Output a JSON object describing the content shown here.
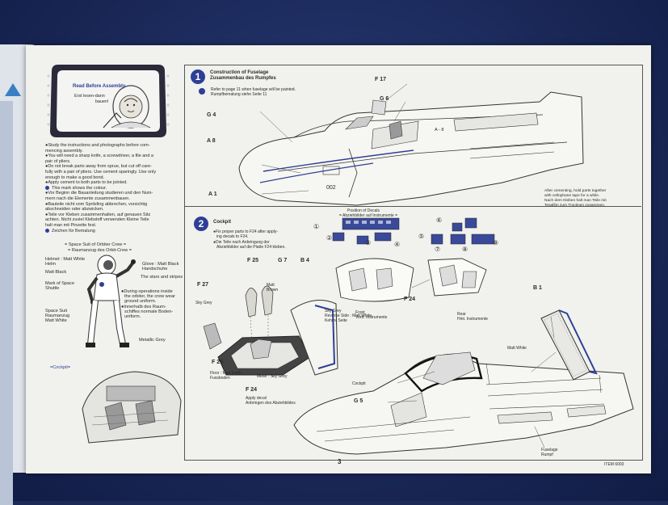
{
  "read_before": {
    "line1": "Read Before Assembly.",
    "line2": "Erst lesen-dann",
    "line3": "bauen!"
  },
  "instructions": [
    "●Study the instructions and photographs before com-",
    "mencing assembly.",
    "●You will need a sharp knife, a screwdriver, a file and a",
    "pair of pliers.",
    "●Do not break parts away from sprue, but cut off care-",
    "fully with a pair of pliers. Use cement sparingly. Use only",
    "enough to make a good bond.",
    "●Apply cement to both parts to be jointed.",
    "This mark shows the colour.",
    "●Vor Beginn die Bauanleitung studieren und den Num-",
    "mern nach die Elemente zusammenbauen.",
    "●Bauteile nicht vom Spritzling abbrechen, vorsichtig",
    "abschneiden oder abzwicken.",
    "●Teile vor Kleben zusammenhalten, auf genauen Sitz",
    "achten. Nicht zuviel Klebstoff verwenden Kleine Teile",
    "halt man mit Pinzette fest.",
    "Zeichen für Bemalung"
  ],
  "crew": {
    "title1": "= Space Suit of Orbiter Crew =",
    "title2": "= Raumanzug des Orbit-Crew =",
    "helmet1": "Helmet : Matt White",
    "helmet2": "Helm",
    "matt_black": "Matt Black",
    "mark1": "Mark of Space",
    "mark2": "Shuttle",
    "suit1": "Space Suit",
    "suit2": "Raumanzug",
    "suit3": "Matt White",
    "glove1": "Glove : Matt Black",
    "glove2": "Handschuhe",
    "stars": "The stars and stripes",
    "during1": "●During operations inside",
    "during2": "the orbiter, the crew wear",
    "during3": "ground uniform.",
    "inner1": "●Innerhalb des Raum-",
    "inner2": "schiffes normale Boden-",
    "inner3": "uniform.",
    "metallic": "Metallic Grey"
  },
  "cockpit_label": "=Cockpit=",
  "step1": {
    "num": "1",
    "title1": "Construction of Fuselage",
    "title2": "Zusammenbau des Rumpfes",
    "note1": "Refer to page 11 when fuselage will be painted.",
    "note2": "Rumpfbemalung siehe Seite 11",
    "parts": {
      "f17": "F 17",
      "g6": "G 6",
      "g4": "G 4",
      "a8": "A 8",
      "a1": "A 1",
      "a8b": "A - 8"
    },
    "after1": "After cementing, hold parts together",
    "after2": "with cellophane tape for a while.",
    "after3": "Nach dem Kleben halt man Teile mit",
    "after4": "Tesafilm zum Trocknen zusammen."
  },
  "step2": {
    "num": "2",
    "title": "Cockpit",
    "note1": "●Fix proper parts to F24 after apply-",
    "note2": "ing decals to F24.",
    "note3": "●Die Teile nach Anbringung der",
    "note4": "Abziehbilder auf die Platte F24 kleben.",
    "decal1": "Position of Decals",
    "decal2": "= Abziehbilder auf Instrumente =",
    "front1": "Front",
    "front2": "Vord. Instrumente",
    "rear1": "Rear",
    "rear2": "Hint. Instrumente",
    "f24": "F 24",
    "f25": "F 25",
    "g7": "G 7",
    "b4": "B 4",
    "f27": "F 27",
    "f26": "F 26",
    "matt_brown1": "Matt",
    "matt_brown2": "Brown",
    "sky_grey": "Sky Grey",
    "sky_grey2": "Sky Grey",
    "reverse1": "Reverse Side : Matt White",
    "reverse2": "Kehrre Seite",
    "floor1": "Floor : Matt Earth",
    "floor2": "Fussboden",
    "meter": "Meter : Sky Grey",
    "f24b": "F 24",
    "apply1": "Apply decal",
    "apply2": "Anbringen des Abziehbildes",
    "cockpit": "Cockpit",
    "g5": "G 5",
    "b1": "B 1",
    "matt_white": "Matt White",
    "fuselage1": "Fuselage",
    "fuselage2": "Rumpf"
  },
  "serial": "002",
  "circled": [
    "①",
    "②",
    "③",
    "④",
    "⑤",
    "⑥",
    "⑦",
    "⑧",
    "⑨"
  ],
  "page_number": "3",
  "item": "ITEM 6003"
}
